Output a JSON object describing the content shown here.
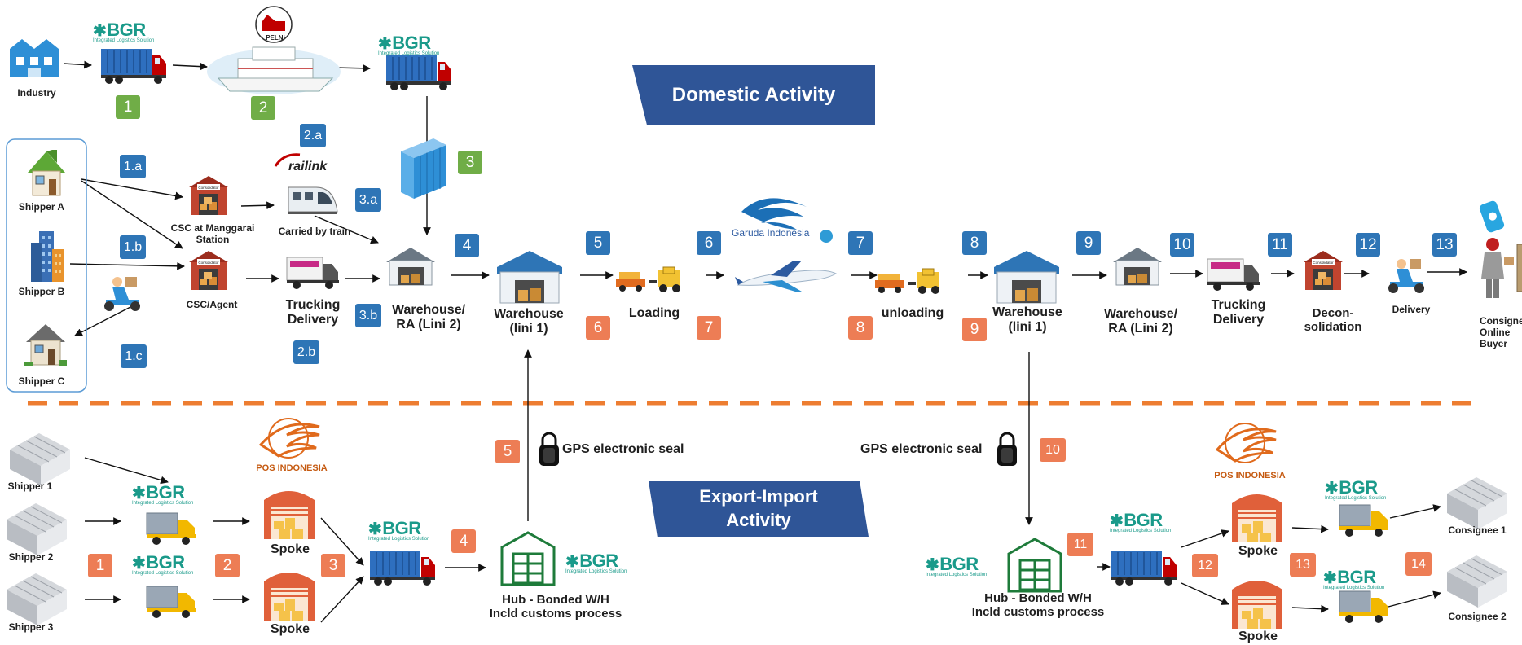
{
  "banners": {
    "domestic": "Domestic Activity",
    "export_import": "Export-Import\nActivity"
  },
  "logos": {
    "bgr": "BGR",
    "bgr_tagline": "Integrated Logistics Solution",
    "pelni": "PELNI",
    "railink": "railink",
    "garuda": "Garuda Indonesia",
    "pos": "POS INDONESIA"
  },
  "domestic": {
    "industry": "Industry",
    "shipper_a": "Shipper A",
    "shipper_b": "Shipper B",
    "shipper_c": "Shipper C",
    "csc_manggarai": "CSC at Manggarai\nStation",
    "csc_agent": "CSC/Agent",
    "carried_by_train": "Carried by train",
    "trucking_delivery_1": "Trucking\nDelivery",
    "warehouse_ra_1": "Warehouse/\nRA (Lini 2)",
    "warehouse_lini1_1": "Warehouse\n(lini 1)",
    "loading": "Loading",
    "unloading": "unloading",
    "warehouse_lini1_2": "Warehouse\n(lini 1)",
    "warehouse_ra_2": "Warehouse/\nRA (Lini 2)",
    "trucking_delivery_2": "Trucking\nDelivery",
    "deconsolidation": "Decon-\nsolidation",
    "delivery": "Delivery",
    "consignee_online": "Consignee/\nOnline\nBuyer",
    "consolidator_sign": "Consolidator",
    "badges": {
      "green": [
        "1",
        "2",
        "3"
      ],
      "blue": [
        "2.a",
        "1.a",
        "3.a",
        "1.b",
        "3.b",
        "2.b",
        "1.c",
        "4",
        "5",
        "6",
        "7",
        "8",
        "9",
        "10",
        "11",
        "12",
        "13"
      ],
      "orange": [
        "6",
        "7",
        "8",
        "9"
      ]
    }
  },
  "export_import": {
    "shipper_1": "Shipper 1",
    "shipper_2": "Shipper 2",
    "shipper_3": "Shipper 3",
    "spoke_1": "Spoke",
    "spoke_2": "Spoke",
    "hub_left": "Hub - Bonded W/H\nIncld customs process",
    "gps_seal_left": "GPS electronic seal",
    "gps_seal_right": "GPS electronic seal",
    "hub_right": "Hub - Bonded W/H\nIncld customs process",
    "spoke_3": "Spoke",
    "spoke_4": "Spoke",
    "consignee_1": "Consignee 1",
    "consignee_2": "Consignee 2",
    "badges": {
      "orange": [
        "1",
        "2",
        "3",
        "4",
        "5",
        "10",
        "11",
        "12",
        "13",
        "14"
      ]
    }
  },
  "colors": {
    "badge_blue": "#2e75b6",
    "badge_green": "#70ad47",
    "badge_orange": "#ed7d55",
    "banner": "#2f5597",
    "divider": "#ed7d31",
    "bgr_teal": "#1a9a8a",
    "pos_orange": "#c55a11",
    "truck_red": "#c00000",
    "container_blue": "#2e6fbf",
    "warehouse_roof": "#2e75b6",
    "hub_green": "#1e7b3a"
  },
  "icons": [
    "factory-icon",
    "truck-icon",
    "ship-icon",
    "container-icon",
    "house-icon",
    "building-icon",
    "store-icon",
    "train-icon",
    "warehouse-icon",
    "tow-tractor-icon",
    "airplane-icon",
    "scooter-icon",
    "person-icon",
    "phone-icon",
    "padlock-icon",
    "shed-icon",
    "bonded-hub-icon"
  ]
}
